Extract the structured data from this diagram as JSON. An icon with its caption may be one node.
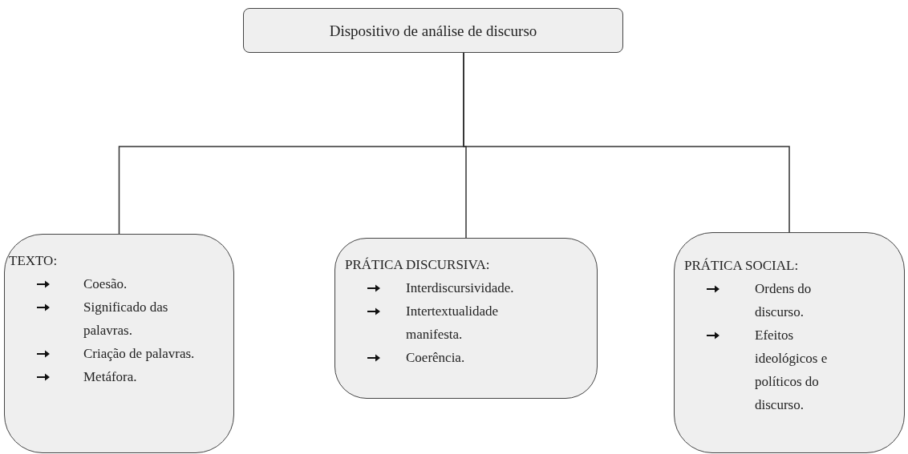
{
  "diagram": {
    "nodes": [
      {
        "text": [
          "Dispositivo de análise de discurso"
        ]
      },
      {
        "text": [
          "TEXTO:",
          "Coesão.",
          "Significado das palavras.",
          "Criação de palavras.",
          "Metáfora."
        ]
      },
      {
        "text": [
          "PRÁTICA DISCURSIVA:",
          "Interdiscursividade.",
          "Intertextualidade manifesta.",
          "Coerência."
        ]
      },
      {
        "text": [
          "PRÁTICA SOCIAL:",
          "Ordens do discurso.",
          "Efeitos ideológicos e políticos do discurso."
        ]
      }
    ],
    "edges": [
      {
        "from": 0,
        "to": 1,
        "arrow": "none"
      },
      {
        "from": 0,
        "to": 2,
        "arrow": "none"
      },
      {
        "from": 0,
        "to": 3,
        "arrow": "none"
      }
    ]
  }
}
